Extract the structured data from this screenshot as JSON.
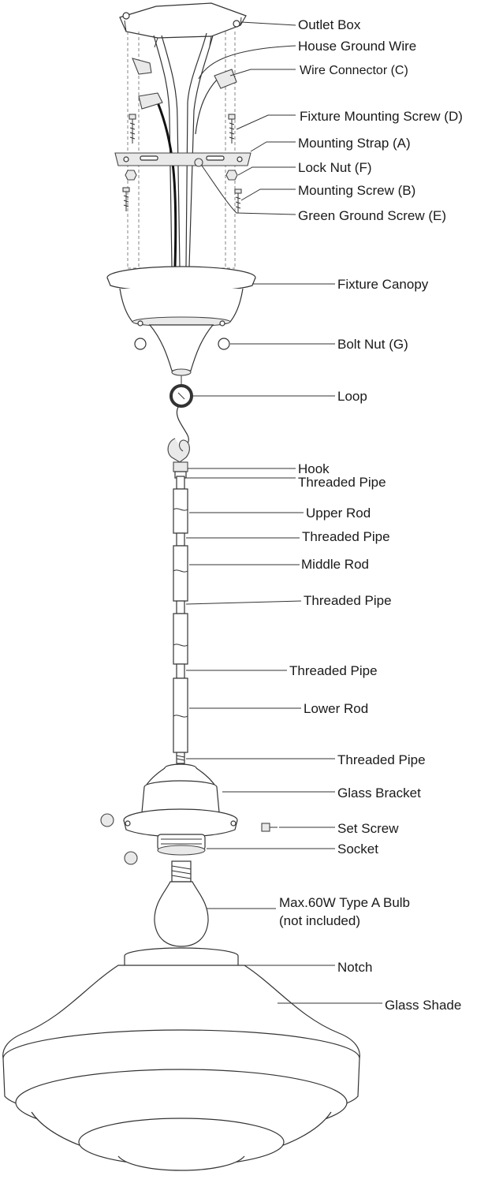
{
  "labels": {
    "outlet_box": "Outlet Box",
    "house_ground_wire": "House Ground Wire",
    "wire_connector": "Wire Connector (C)",
    "fixture_mounting_screw": "Fixture Mounting Screw (D)",
    "mounting_strap": "Mounting Strap (A)",
    "lock_nut": "Lock Nut (F)",
    "mounting_screw": "Mounting Screw (B)",
    "green_ground_screw": "Green Ground Screw (E)",
    "fixture_canopy": "Fixture Canopy",
    "bolt_nut": "Bolt Nut (G)",
    "loop": "Loop",
    "hook": "Hook",
    "threaded_pipe_1": "Threaded Pipe",
    "upper_rod": "Upper Rod",
    "threaded_pipe_2": "Threaded Pipe",
    "middle_rod": "Middle Rod",
    "threaded_pipe_3": "Threaded Pipe",
    "threaded_pipe_4": "Threaded Pipe",
    "lower_rod": "Lower Rod",
    "threaded_pipe_5": "Threaded Pipe",
    "glass_bracket": "Glass Bracket",
    "set_screw": "Set Screw",
    "socket": "Socket",
    "bulb_line1": "Max.60W Type A Bulb",
    "bulb_line2": "(not included)",
    "notch": "Notch",
    "glass_shade": "Glass Shade"
  }
}
